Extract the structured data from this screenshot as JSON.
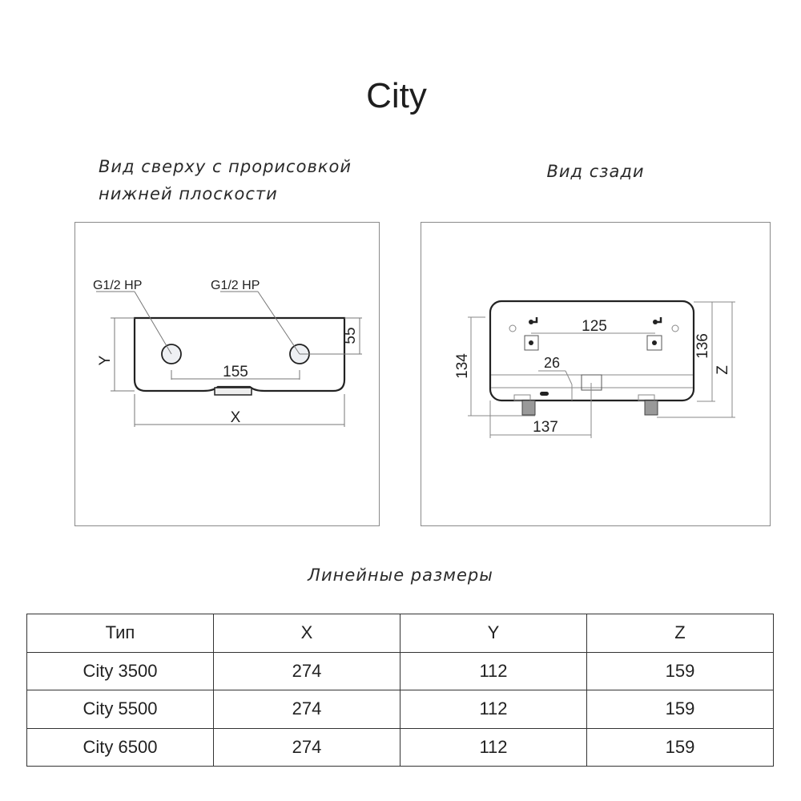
{
  "title": "City",
  "top_view": {
    "caption_line1": "Вид сверху с прорисовкой",
    "caption_line2": "нижней плоскости",
    "labels": {
      "thread_left": "G1/2 HP",
      "thread_right": "G1/2 HP",
      "spacing": "155",
      "depth": "55",
      "y": "Y",
      "x": "X"
    }
  },
  "rear_view": {
    "caption": "Вид сзади",
    "labels": {
      "hooks": "125",
      "offset": "26",
      "height_left": "134",
      "height_right": "136",
      "z": "Z",
      "width": "137"
    }
  },
  "table_caption": "Линейные размеры",
  "table": {
    "headers": [
      "Тип",
      "X",
      "Y",
      "Z"
    ],
    "rows": [
      [
        "City 3500",
        "274",
        "112",
        "159"
      ],
      [
        "City 5500",
        "274",
        "112",
        "159"
      ],
      [
        "City 6500",
        "274",
        "112",
        "159"
      ]
    ]
  }
}
